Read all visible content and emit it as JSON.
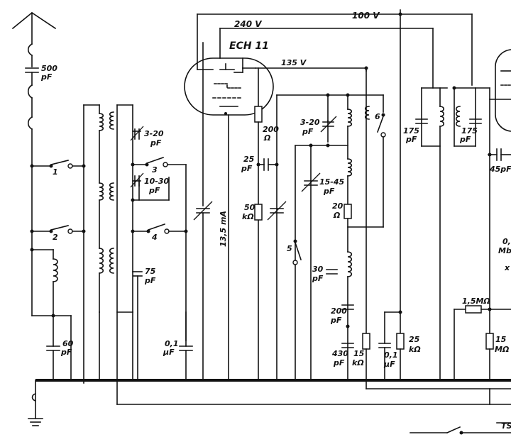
{
  "diagram": {
    "tube_name": "ECH 11",
    "voltages": {
      "v240": "240 V",
      "v100": "100 V",
      "v135": "135 V"
    },
    "current": "13,5 mA",
    "components": {
      "c500": [
        "500",
        "pF"
      ],
      "c320a": [
        "3-20",
        "pF"
      ],
      "c1030": [
        "10-30",
        "pF"
      ],
      "c75": [
        "75",
        "pF"
      ],
      "c60": [
        "60",
        "pF"
      ],
      "c01a": [
        "0,1",
        "µF"
      ],
      "r200": [
        "200",
        "Ω"
      ],
      "c25": [
        "25",
        "pF"
      ],
      "r50k": [
        "50",
        "kΩ"
      ],
      "c320b": [
        "3-20",
        "pF"
      ],
      "c1545": [
        "15-45",
        "pF"
      ],
      "r20": [
        "20",
        "Ω"
      ],
      "c30": [
        "30",
        "pF"
      ],
      "c200": [
        "200",
        "pF"
      ],
      "c430": [
        "430",
        "pF"
      ],
      "r15k": [
        "15",
        "kΩ"
      ],
      "c01b": [
        "0,1",
        "µF"
      ],
      "r25k": [
        "25",
        "kΩ"
      ],
      "c175a": [
        "175",
        "pF"
      ],
      "c175b": [
        "175",
        "pF"
      ],
      "c45": [
        "45pF"
      ],
      "r15m": [
        "1,5MΩ"
      ],
      "r15m2": [
        "15",
        "MΩ"
      ],
      "mb": [
        "0,",
        "Mb"
      ],
      "x": [
        "x"
      ],
      "ts": [
        "TS"
      ]
    },
    "switches": [
      "1",
      "2",
      "3",
      "4",
      "5",
      "6"
    ]
  }
}
